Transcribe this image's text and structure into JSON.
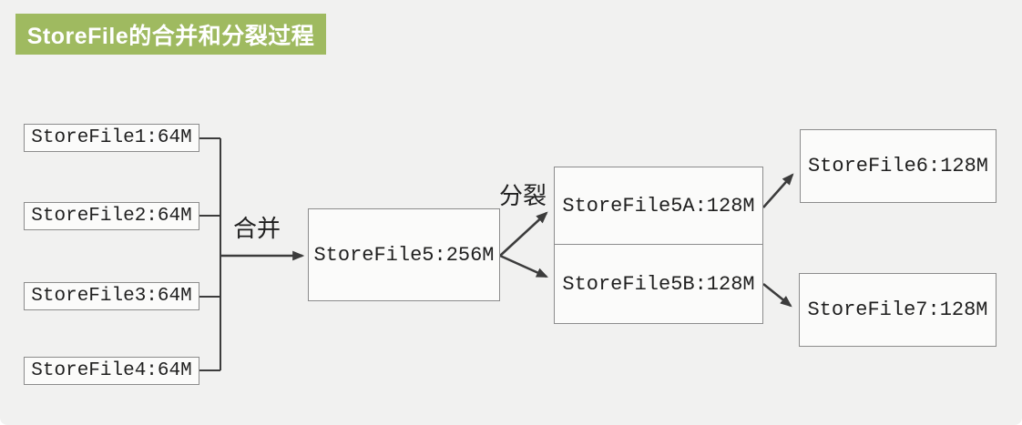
{
  "title": "StoreFile的合并和分裂过程",
  "labels": {
    "merge": "合并",
    "split": "分裂"
  },
  "nodes": {
    "source_files": [
      {
        "label": "StoreFile1:64M"
      },
      {
        "label": "StoreFile2:64M"
      },
      {
        "label": "StoreFile3:64M"
      },
      {
        "label": "StoreFile4:64M"
      }
    ],
    "merged_file": {
      "label": "StoreFile5:256M"
    },
    "split_files": [
      {
        "label": "StoreFile5A:128M"
      },
      {
        "label": "StoreFile5B:128M"
      }
    ],
    "result_files": [
      {
        "label": "StoreFile6:128M"
      },
      {
        "label": "StoreFile7:128M"
      }
    ]
  },
  "colors": {
    "badge_bg": "#9fba60",
    "badge_text": "#ffffff",
    "canvas_bg": "#f1f1f0",
    "node_bg": "#fbfbfa",
    "node_border": "#8c8c8c",
    "connector": "#3c3c3c",
    "node_text": "#1f1f1f"
  }
}
